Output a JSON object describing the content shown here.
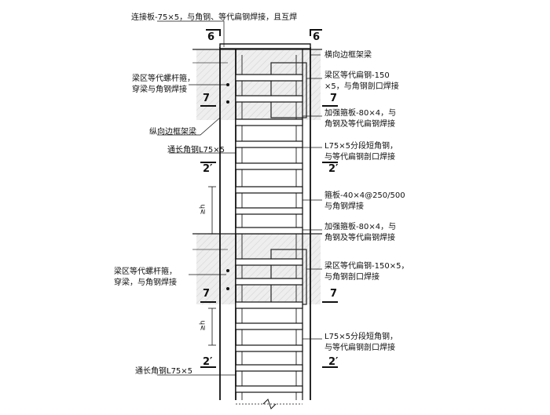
{
  "labels": {
    "top_conn": "连接板-75×5，与角钢、等代扁钢焊接，且互焊",
    "transverse_beam": "横向边框架梁",
    "beam_zone_bolt_top_1": "梁区等代螺杆箍，",
    "beam_zone_bolt_top_2": "穿梁与角钢焊接",
    "longitudinal_beam": "纵向边框架梁",
    "flat_steel_150_top_1": "梁区等代扁钢-150",
    "flat_steel_150_top_2": "×5，与角钢剖口焊接",
    "reinf_plate_top_1": "加强箍板-80×4，与",
    "reinf_plate_top_2": "角钢及等代扁钢焊接",
    "through_angle_top": "通长角钢L75×5",
    "short_angle_top_1": "L75×5分段短角钢，",
    "short_angle_top_2": "与等代扁钢剖口焊接",
    "batten_1": "箍板-40×4@250/500",
    "batten_2": "与角钢焊接",
    "reinf_plate_mid_1": "加强箍板-80×4，与",
    "reinf_plate_mid_2": "角钢及等代扁钢焊接",
    "beam_zone_bolt_bot_1": "梁区等代螺杆箍，",
    "beam_zone_bolt_bot_2": "穿梁，与角钢焊接",
    "flat_steel_150_bot_1": "梁区等代扁钢-150×5，",
    "flat_steel_150_bot_2": "与角钢剖口焊接",
    "short_angle_bot_1": "L75×5分段短角钢，",
    "short_angle_bot_2": "与等代扁钢剖口焊接",
    "through_angle_bot": "通长角钢L75×5"
  },
  "section_marks": {
    "six": "6",
    "seven": "7",
    "two_prime": "2′",
    "h": "≥h"
  }
}
